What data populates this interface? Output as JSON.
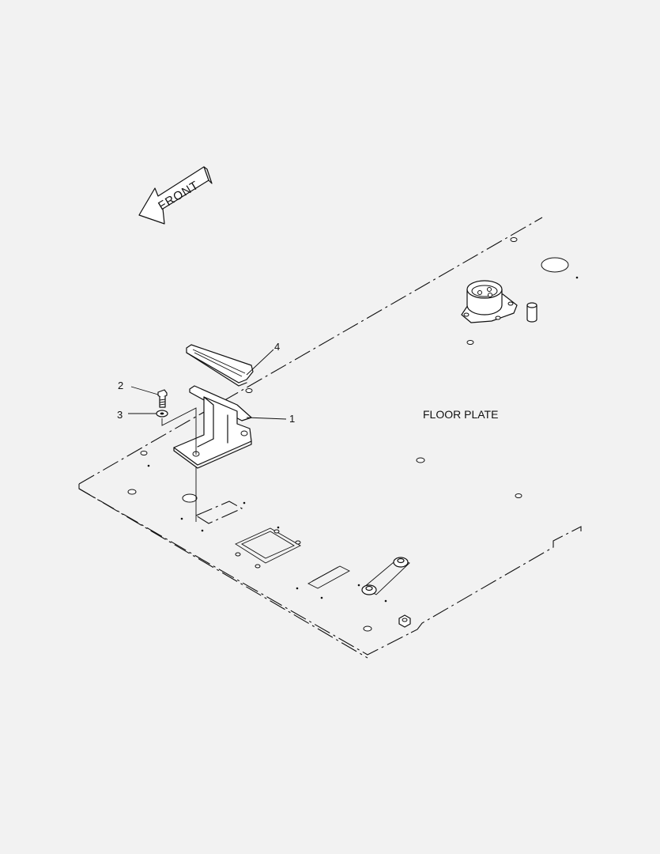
{
  "arrow": {
    "label": "FRONT"
  },
  "plate": {
    "label": "FLOOR PLATE"
  },
  "callouts": [
    {
      "id": "1",
      "label": "1"
    },
    {
      "id": "2",
      "label": "2"
    },
    {
      "id": "3",
      "label": "3"
    },
    {
      "id": "4",
      "label": "4"
    }
  ]
}
